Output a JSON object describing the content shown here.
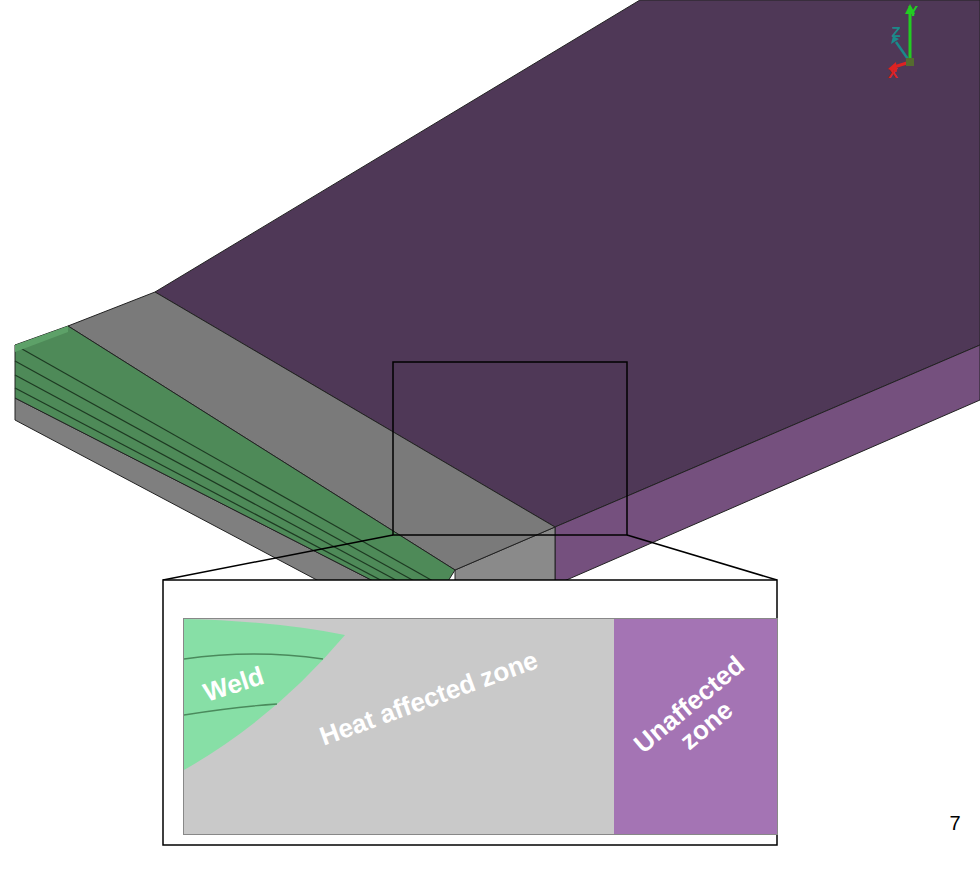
{
  "diagram": {
    "nodes": [
      {
        "text": [
          "Weld"
        ]
      },
      {
        "text": [
          "Heat affected zone"
        ]
      },
      {
        "text": [
          "Unaffected zone"
        ]
      }
    ],
    "labels": [
      "Z",
      "Y",
      "X",
      "7"
    ]
  }
}
